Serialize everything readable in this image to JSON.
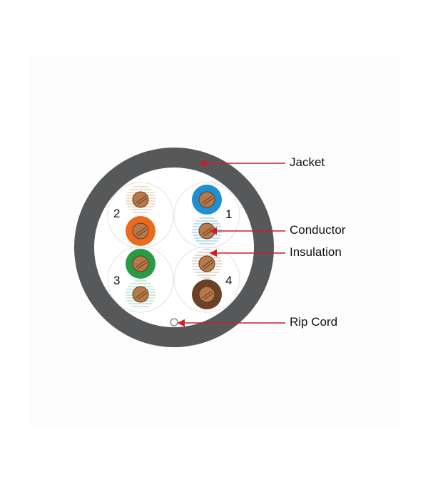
{
  "callouts": {
    "jacket": "Jacket",
    "conductor": "Conductor",
    "insulation": "Insulation",
    "rip_cord": "Rip Cord"
  },
  "pairs": [
    {
      "number": "1",
      "solid_color": "blue",
      "stripe_color": "blue-white"
    },
    {
      "number": "2",
      "solid_color": "orange",
      "stripe_color": "orange-white"
    },
    {
      "number": "3",
      "solid_color": "green",
      "stripe_color": "green-white"
    },
    {
      "number": "4",
      "solid_color": "brown",
      "stripe_color": "brown-white"
    }
  ],
  "colors": {
    "jacket": "#56585a",
    "jacket_inner": "#ffffff",
    "callout_line": "#c8202a",
    "blue": "#1e8fd0",
    "orange": "#ec6a1e",
    "green": "#2a9a46",
    "brown": "#6b4127",
    "copper": "#b8794a",
    "pair_outline": "#e2e2e2"
  }
}
